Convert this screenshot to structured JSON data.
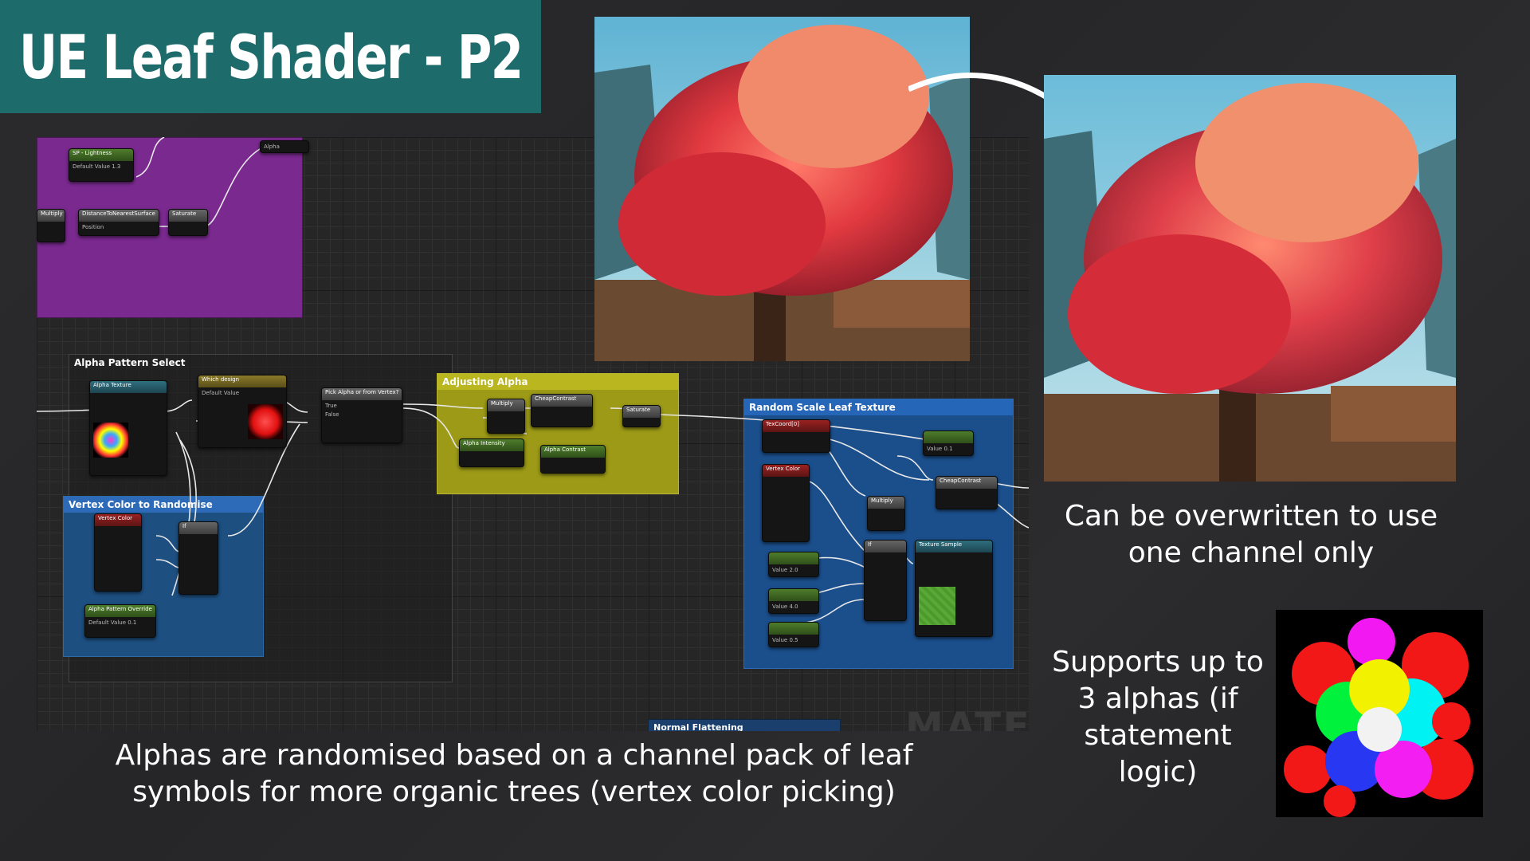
{
  "slide": {
    "title": "UE Leaf Shader - P2",
    "caption_main": "Alphas are randomised based on a channel pack of leaf symbols for more organic trees (vertex color picking)",
    "caption_overwrite": "Can be overwritten to use one channel only",
    "caption_supports": "Supports up to 3 alphas (if statement logic)"
  },
  "graph": {
    "comments": {
      "alpha_pattern_select": "Alpha Pattern Select",
      "vertex_color_to_randomise": "Vertex Color to Randomise",
      "adjusting_alpha": "Adjusting Alpha",
      "random_scale_leaf_texture": "Random Scale Leaf Texture",
      "normal_flattening": "Normal Flattening"
    },
    "nodes": {
      "sp_lightness": "SP - Lightness",
      "default_value_13": "Default Value 1.3",
      "distance_to_nearest_surface": "DistanceToNearestSurface",
      "position": "Position",
      "saturate": "Saturate",
      "multiply": "Multiply",
      "alpha_pin": "Alpha",
      "alpha_texture": "Alpha Texture",
      "which_design": "Which design",
      "default_value": "Default Value",
      "pick_alpha": "Pick Alpha or from Vertex?",
      "true_pin": "True",
      "false_pin": "False",
      "cheap_contrast": "CheapContrast",
      "alpha_intensity": "Alpha Intensity",
      "alpha_contrast": "Alpha Contrast",
      "vertex_color": "Vertex Color",
      "alpha_pattern_override": "Alpha Pattern Override",
      "default_value_01": "Default Value 0.1",
      "texcoord": "TexCoord[0]",
      "texture_sample": "Texture Sample",
      "value_01": "Value 0.1",
      "value_20": "Value 2.0",
      "value_40": "Value 4.0",
      "value_05": "Value 0.5",
      "if_node": "If",
      "watermark": "MATER"
    }
  },
  "colors": {
    "title_bg": "#1d6b6b",
    "purple_comment": "#7a2a8f",
    "blue_comment": "#1b4f8c",
    "yellow_comment": "#9c9a16",
    "red_leaves": "#e0303a"
  }
}
